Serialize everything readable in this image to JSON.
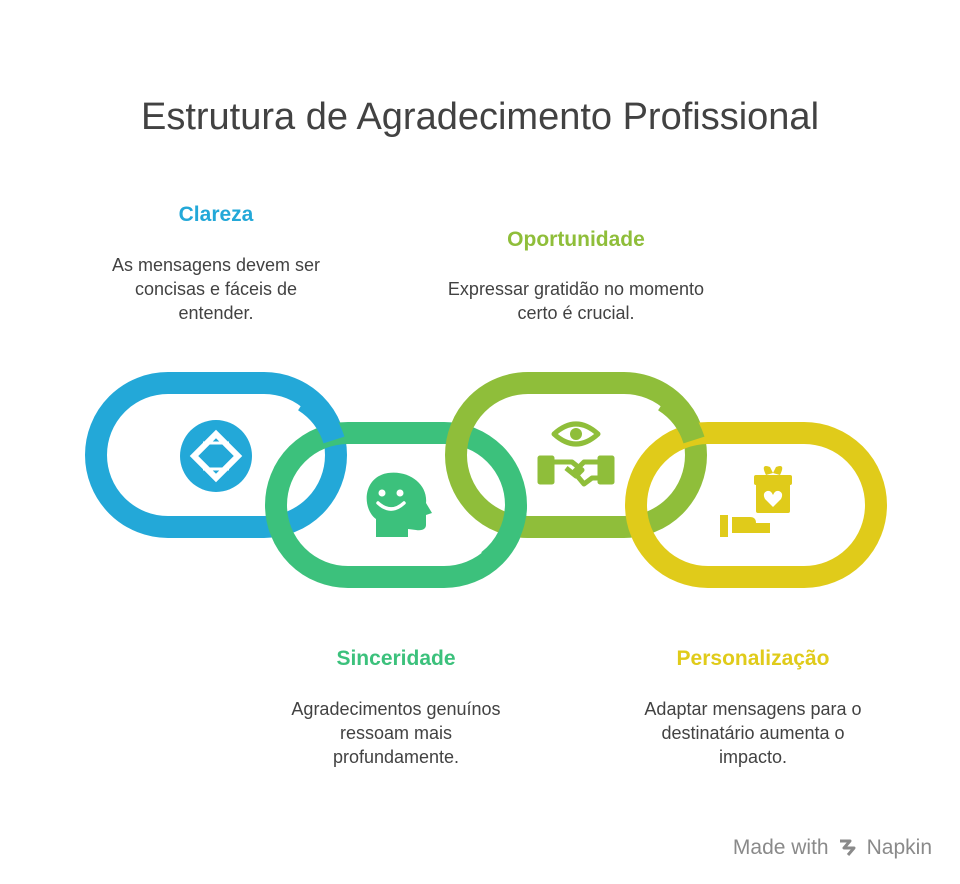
{
  "title": "Estrutura de Agradecimento Profissional",
  "colors": {
    "clareza": "#23a8d8",
    "sinceridade": "#3cc17c",
    "oportunidade": "#8fbe3a",
    "personalizacao": "#e0cb1a"
  },
  "items": [
    {
      "heading": "Clareza",
      "description": "As mensagens devem ser concisas e fáceis de entender.",
      "icon": "bridge-diamond-icon"
    },
    {
      "heading": "Sinceridade",
      "description": "Agradecimentos genuínos ressoam mais profundamente.",
      "icon": "smiling-head-icon"
    },
    {
      "heading": "Oportunidade",
      "description": "Expressar gratidão no momento certo é crucial.",
      "icon": "eye-handshake-icon"
    },
    {
      "heading": "Personalização",
      "description": "Adaptar mensagens para o destinatário aumenta o impacto.",
      "icon": "hand-gift-icon"
    }
  ],
  "footer": {
    "made_with": "Made with",
    "brand": "Napkin",
    "icon": "napkin-logo-icon"
  }
}
